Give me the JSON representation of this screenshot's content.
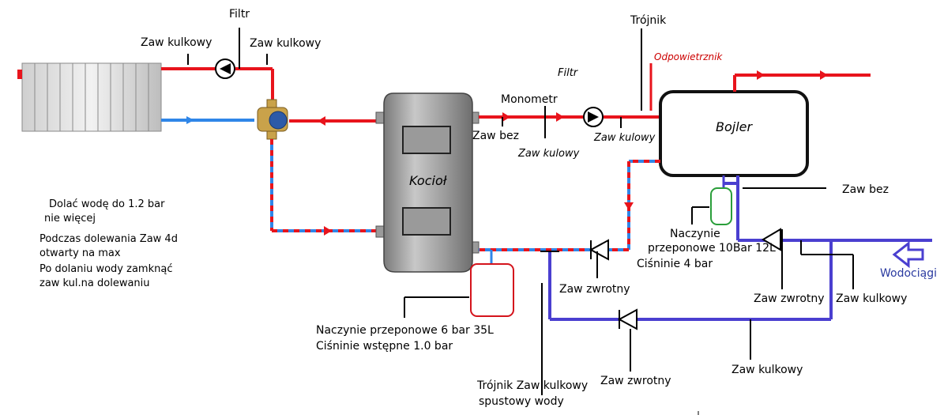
{
  "colors": {
    "hot_pipe": "#e8141c",
    "cold_pipe": "#2f86e8",
    "water_supply_pipe": "#4a3fd0",
    "boiler_body": "#9a9a9a",
    "bojler_outline": "#111111",
    "expansion_small": "#2a9e3a",
    "expansion_large": "#d4141c"
  },
  "labels": {
    "filtr_top": "Filtr",
    "zaw_kulkowy_left": "Zaw kulkowy",
    "zaw_kulkowy_right": "Zaw kulkowy",
    "kociol": "Kocioł",
    "monometr": "Monometr",
    "filtr_mid": "Filtr",
    "zaw_bez_top": "Zaw bez",
    "zaw_kulowy_a": "Zaw kulowy",
    "zaw_kulowy_b": "Zaw kulowy",
    "trojnik": "Trójnik",
    "odpowietrznik": "Odpowietrznik",
    "bojler": "Bojler",
    "zaw_bez_right": "Zaw bez",
    "naczynie_small_1": "Naczynie",
    "naczynie_small_2": "przeponowe 10Bar 12L",
    "cisnienie_4": "Ciśninie 4 bar",
    "wodociagi": "Wodociągi",
    "zaw_zwrotny_1": "Zaw zwrotny",
    "zaw_zwrotny_2": "Zaw zwrotny",
    "zaw_kulkowy_br": "Zaw kulkowy",
    "zaw_kulkowy_bottom": "Zaw kulkowy",
    "zaw_zwrotny_bottom": "Zaw zwrotny",
    "naczynie_large_1": "Naczynie przeponowe 6 bar 35L",
    "naczynie_large_2": "Ciśninie wstępne 1.0 bar",
    "trojnik_spust_1": "Trójnik Zaw kulkowy",
    "trojnik_spust_2": "spustowy wody"
  },
  "notes": {
    "line1": "Dolać wodę  do 1.2 bar",
    "line2": "nie więcej",
    "line3": "Podczas dolewania Zaw 4d",
    "line4": "otwarty na max",
    "line5": "Po dolaniu wody zamknąć",
    "line6": "zaw kul.na dolewaniu"
  },
  "icons": {
    "pump": "pump-icon",
    "mixing_valve": "four-way-mixing-valve-icon",
    "check_valve": "check-valve-icon",
    "radiator": "radiator-icon",
    "arrow": "flow-arrow-icon"
  }
}
